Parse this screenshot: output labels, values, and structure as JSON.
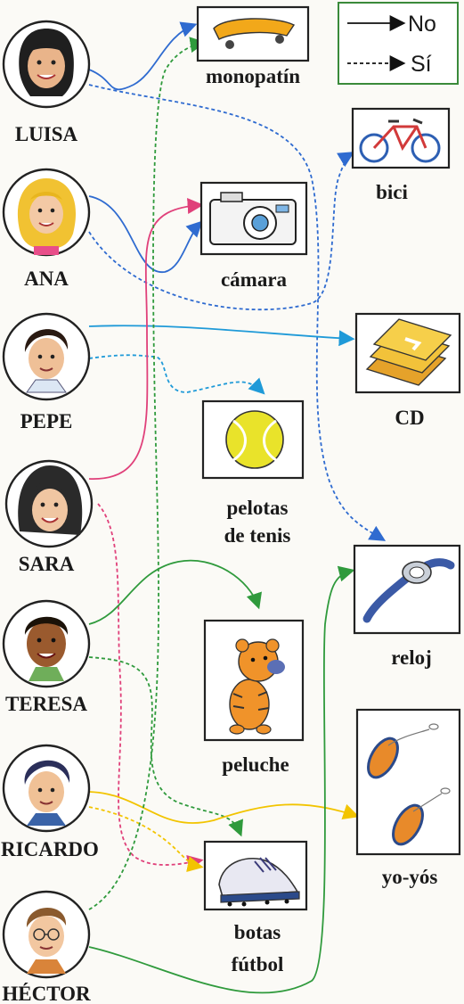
{
  "legend": {
    "no_label": "No",
    "si_label": "Sí",
    "border_color": "#3a8a3a"
  },
  "people": [
    {
      "name": "LUISA",
      "color": "#2f6bd0"
    },
    {
      "name": "ANA",
      "color": "#2f6bd0"
    },
    {
      "name": "PEPE",
      "color": "#1f9ad8"
    },
    {
      "name": "SARA",
      "color": "#e0407a"
    },
    {
      "name": "TERESA",
      "color": "#2f9a3c"
    },
    {
      "name": "RICARDO",
      "color": "#f2c400"
    },
    {
      "name": "HÉCTOR",
      "color": "#2f9a3c"
    }
  ],
  "items": [
    {
      "label": "monopatín",
      "icon": "skateboard-icon"
    },
    {
      "label": "bici",
      "icon": "bicycle-icon"
    },
    {
      "label": "cámara",
      "icon": "camera-icon"
    },
    {
      "label": "CD",
      "icon": "cd-cases-icon"
    },
    {
      "label": "pelotas",
      "label2": "de tenis",
      "icon": "tennis-ball-icon"
    },
    {
      "label": "reloj",
      "icon": "watch-icon"
    },
    {
      "label": "peluche",
      "icon": "tiger-plush-icon"
    },
    {
      "label": "yo-yós",
      "icon": "yoyo-icon"
    },
    {
      "label": "botas",
      "label2": "fútbol",
      "icon": "football-boot-icon"
    }
  ]
}
